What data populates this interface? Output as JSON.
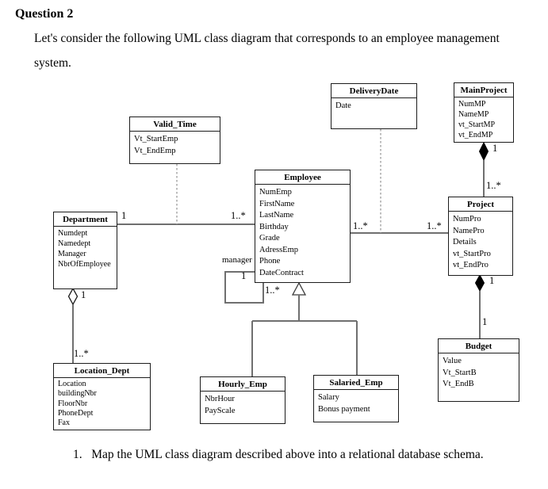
{
  "header": {
    "title": "Question 2",
    "intro": "Let's consider the following UML class diagram that corresponds to an employee management system."
  },
  "footer": {
    "task": "1.   Map the UML class diagram described above into a relational database schema."
  },
  "classes": {
    "valid_time": {
      "name": "Valid_Time",
      "attrs": [
        "Vt_StartEmp",
        "Vt_EndEmp"
      ]
    },
    "delivery_date": {
      "name": "DeliveryDate",
      "attrs": [
        "Date"
      ]
    },
    "main_project": {
      "name": "MainProject",
      "attrs": [
        "NumMP",
        "NameMP",
        "vt_StartMP",
        "vt_EndMP"
      ]
    },
    "employee": {
      "name": "Employee",
      "attrs": [
        "NumEmp",
        "FirstName",
        "LastName",
        "Birthday",
        "Grade",
        "AdressEmp",
        "Phone",
        "DateContract"
      ]
    },
    "department": {
      "name": "Department",
      "attrs": [
        "Numdept",
        "Namedept",
        "Manager",
        "NbrOfEmployee"
      ]
    },
    "project": {
      "name": "Project",
      "attrs": [
        "NumPro",
        "NamePro",
        "Details",
        "vt_StartPro",
        "vt_EndPro"
      ]
    },
    "location_dept": {
      "name": "Location_Dept",
      "attrs": [
        "Location",
        "buildingNbr",
        "FloorNbr",
        "PhoneDept",
        "Fax"
      ]
    },
    "hourly_emp": {
      "name": "Hourly_Emp",
      "attrs": [
        "NbrHour",
        "PayScale"
      ]
    },
    "salaried_emp": {
      "name": "Salaried_Emp",
      "attrs": [
        "Salary",
        "Bonus payment"
      ]
    },
    "budget": {
      "name": "Budget",
      "attrs": [
        "Value",
        "Vt_StartB",
        "Vt_EndB"
      ]
    }
  },
  "edge_labels": {
    "dept_emp_dept": "1",
    "dept_emp_emp": "1..*",
    "emp_proj_emp": "1..*",
    "emp_proj_proj": "1..*",
    "main_proj_whole": "1",
    "main_proj_part": "1..*",
    "proj_budget_whole": "1",
    "proj_budget_part": "1",
    "dept_loc_whole": "1",
    "dept_loc_part": "1..*",
    "manager_role": "manager",
    "manager_one": "1",
    "manager_many": "1..*"
  },
  "colors": {
    "background": "#ffffff",
    "text": "#000000",
    "box_border": "#1c1c1c",
    "association_line": "#6f6f6f",
    "dashed_link": "#9a9a9a"
  }
}
